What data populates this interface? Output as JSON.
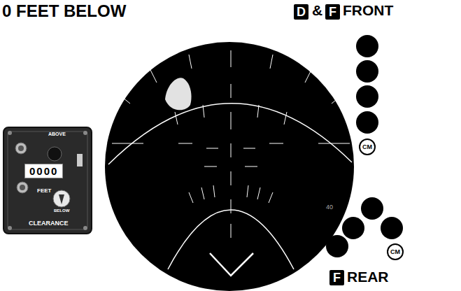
{
  "diagram": {
    "title": "0 FEET BELOW",
    "nodes": [
      {
        "text": [
          "D"
        ]
      },
      {
        "text": [
          "F"
        ]
      },
      {
        "text": [
          "CM"
        ]
      },
      {
        "text": [
          "CM"
        ]
      },
      {
        "text": [
          "F"
        ]
      },
      {
        "text": [
          "ABOVE",
          "0000",
          "FEET",
          "BELOW",
          "CLEARANCE"
        ]
      }
    ],
    "labels": [
      "&",
      "FRONT",
      "REAR",
      "40"
    ]
  }
}
